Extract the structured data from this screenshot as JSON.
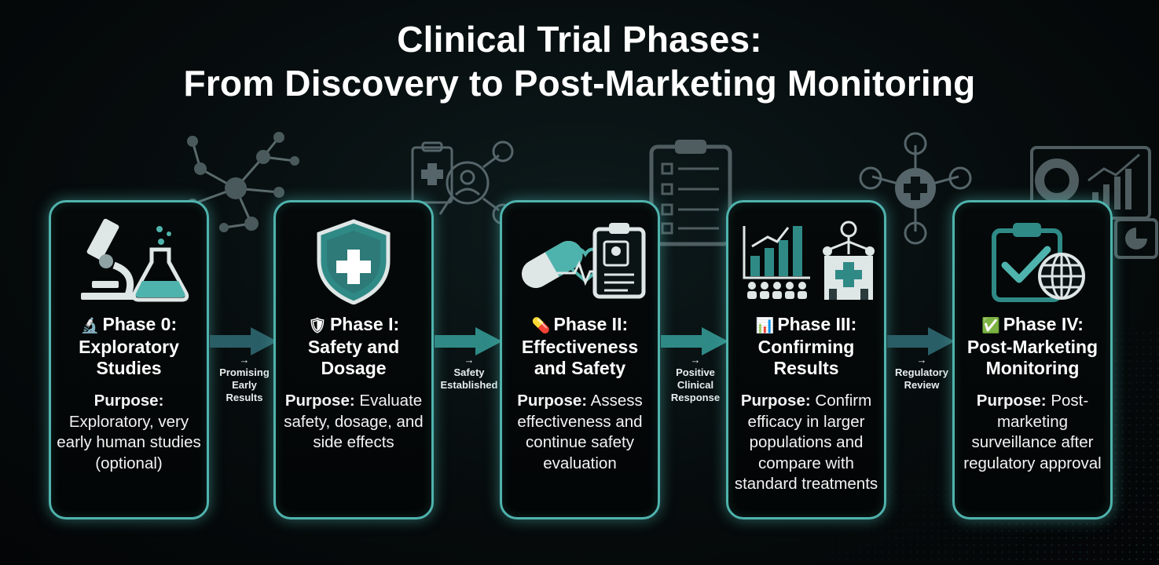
{
  "title": {
    "line1": "Clinical Trial Phases:",
    "line2": "From Discovery to Post-Marketing Monitoring"
  },
  "phases": [
    {
      "emoji": "🔬",
      "title_line1": "Phase 0:",
      "title_line2": "Exploratory",
      "title_line3": "Studies",
      "purpose_label": "Purpose:",
      "purpose_text": "Exploratory, very early human studies (optional)",
      "icon": "microscope-flask-icon"
    },
    {
      "emoji": "🛡",
      "title_line1": "Phase I:",
      "title_line2": "Safety and",
      "title_line3": "Dosage",
      "purpose_label": "Purpose:",
      "purpose_text": "Evaluate safety, dosage, and side effects",
      "icon": "shield-cross-icon"
    },
    {
      "emoji": "💊",
      "title_line1": "Phase II:",
      "title_line2": "Effectiveness",
      "title_line3": "and Safety",
      "purpose_label": "Purpose:",
      "purpose_text": "Assess effectiveness and continue safety evaluation",
      "icon": "pill-clipboard-icon"
    },
    {
      "emoji": "📊",
      "title_line1": "Phase III:",
      "title_line2": "Confirming",
      "title_line3": "Results",
      "purpose_label": "Purpose:",
      "purpose_text": "Confirm efficacy in larger populations and compare with standard treatments",
      "icon": "chart-hospital-icon"
    },
    {
      "emoji": "✅",
      "title_line1": "Phase IV:",
      "title_line2": "Post-Marketing",
      "title_line3": "Monitoring",
      "purpose_label": "Purpose:",
      "purpose_text": "Post-marketing surveillance after regulatory approval",
      "icon": "checklist-globe-icon"
    }
  ],
  "connectors": [
    {
      "arrow": "→",
      "label_lines": [
        "Promising",
        "Early",
        "Results"
      ]
    },
    {
      "arrow": "→",
      "label_lines": [
        "Safety",
        "Established"
      ]
    },
    {
      "arrow": "→",
      "label_lines": [
        "Positive",
        "Clinical",
        "Response"
      ]
    },
    {
      "arrow": "→",
      "label_lines": [
        "Regulatory",
        "Review"
      ]
    }
  ],
  "colors": {
    "accent": "#4fb3ad",
    "teal_fill": "#2f8a86",
    "arrow": "#2a5e66",
    "background": "#060b0c"
  }
}
